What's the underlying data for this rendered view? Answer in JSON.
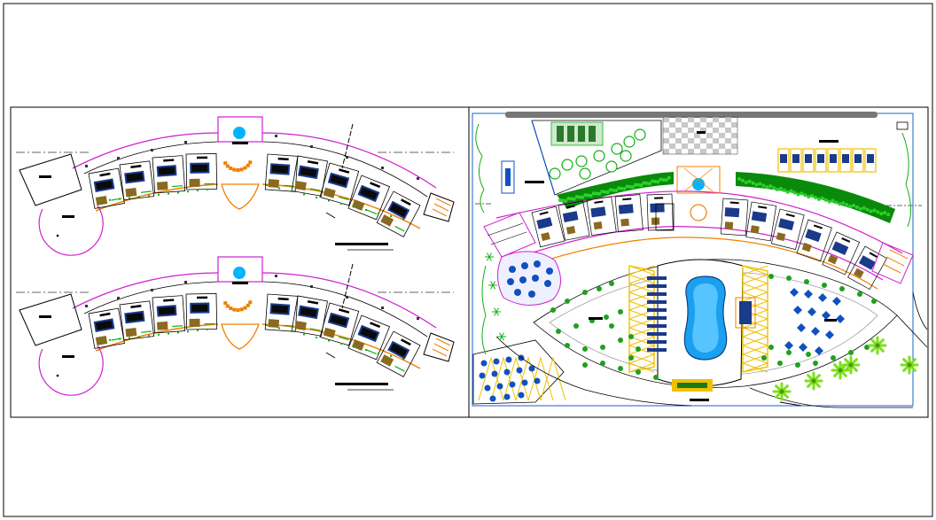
{
  "drawing": {
    "panels": [
      {
        "id": "floor-plans",
        "content": "two-curved-floor-plans"
      },
      {
        "id": "site-plan",
        "content": "resort-site-plan"
      }
    ],
    "floor_plan_rooms_per_wing": 4,
    "colors": {
      "wall": "#d020d0",
      "outline": "#000000",
      "water": "#00b4ff",
      "pool": "#1aa0f0",
      "orange": "#f08000",
      "deck": "#f0c000",
      "green": "#10b010",
      "dark_green": "#0a8a0a",
      "furniture": "#1050c0",
      "furniture_dark": "#1a3a8a",
      "brown": "#8a6a20",
      "grey": "#8a8a8a"
    }
  }
}
